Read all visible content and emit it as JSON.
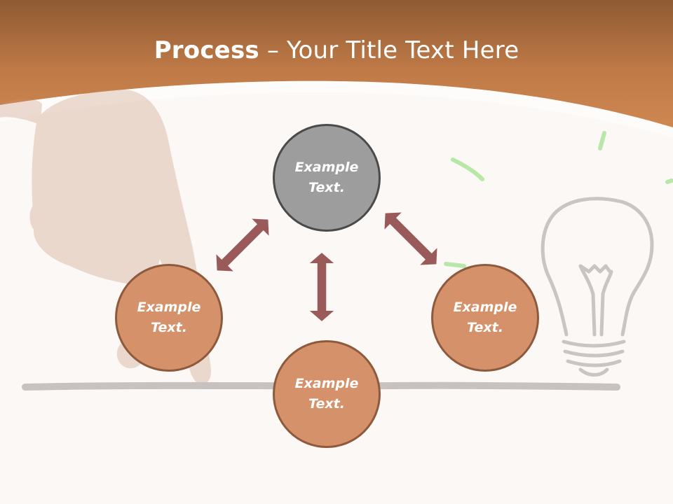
{
  "slide": {
    "title_bold": "Process",
    "title_rest": " – Your Title Text Here"
  },
  "nodes": {
    "top": "Example Text.",
    "left": "Example Text.",
    "right": "Example Text.",
    "bottom": "Example Text."
  },
  "colors": {
    "header": "#c57e4b",
    "node_fill": "#d4916a",
    "node_border": "#8e5a3e",
    "center_fill": "#9d9d9d",
    "center_border": "#4a4a4a",
    "arrow": "#9a5a5a"
  },
  "icons": [
    "hand-illustration",
    "lightbulb-icon"
  ]
}
